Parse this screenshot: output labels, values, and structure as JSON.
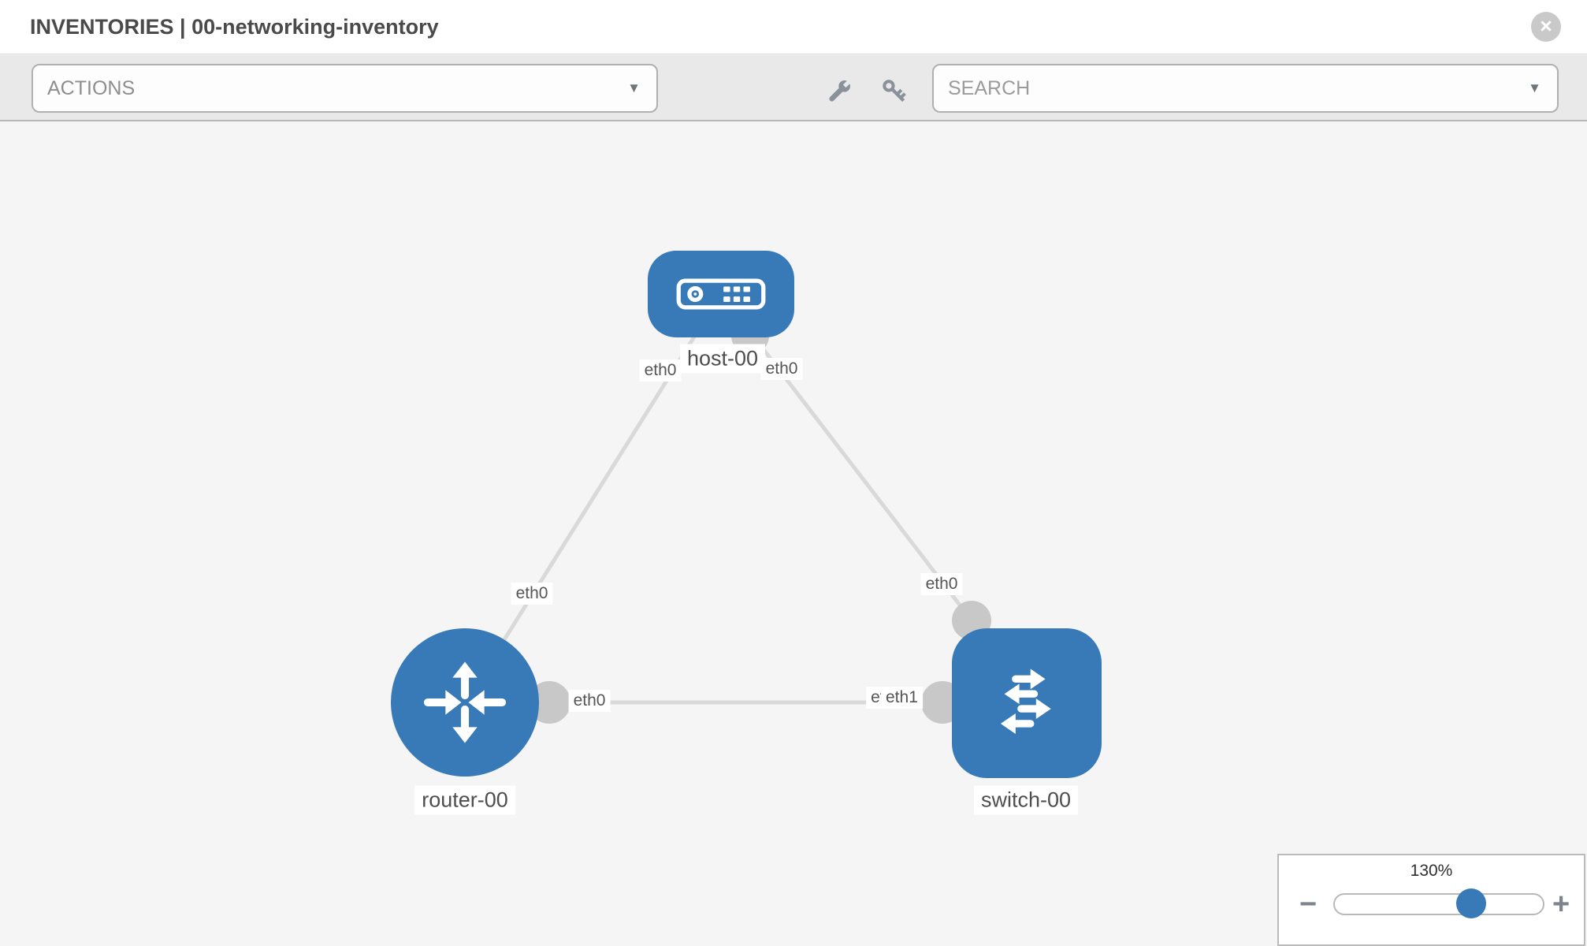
{
  "header": {
    "title": "INVENTORIES | 00-networking-inventory"
  },
  "toolbar": {
    "actions": {
      "label": "ACTIONS"
    },
    "search": {
      "placeholder": "SEARCH"
    },
    "icon_names": [
      "wrench-icon",
      "key-icon"
    ]
  },
  "icons": {
    "close": "×",
    "dropdown_arrow": "▼",
    "minus": "−",
    "plus": "+"
  },
  "canvas": {
    "nodes": [
      {
        "id": "host-00",
        "type": "host",
        "label": "host-00"
      },
      {
        "id": "router-00",
        "type": "router",
        "label": "router-00"
      },
      {
        "id": "switch-00",
        "type": "switch",
        "label": "switch-00"
      }
    ],
    "links": [
      {
        "from": "host-00",
        "to": "router-00"
      },
      {
        "from": "host-00",
        "to": "switch-00"
      },
      {
        "from": "router-00",
        "to": "switch-00"
      }
    ],
    "interface_labels": {
      "host_left": "eth0",
      "host_right": "eth0",
      "host_router_mid": "eth0",
      "host_switch_mid": "eth0",
      "router_switch_router_end": "eth0",
      "router_switch_switch_end_back": "eth0",
      "router_switch_switch_end_front": "eth1"
    }
  },
  "zoom_control": {
    "level": "130%"
  },
  "colors": {
    "node_blue": "#377ab7",
    "link_gray": "#d9d9d9",
    "port_gray": "#c8c8c8",
    "toolbar_gray": "#e9e9e9",
    "canvas_gray": "#f5f5f5"
  }
}
